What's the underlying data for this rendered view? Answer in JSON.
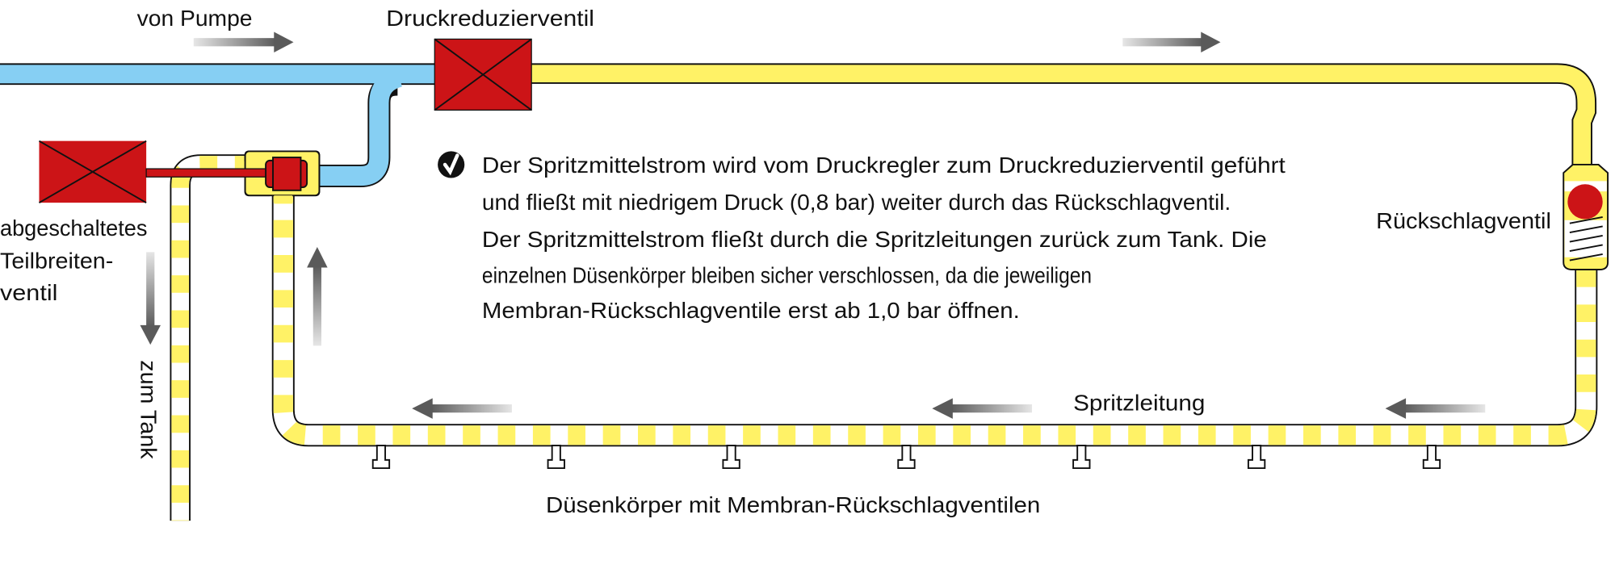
{
  "labels": {
    "from_pump": "von Pumpe",
    "pressure_reducing_valve": "Druckreduzierventil",
    "check_valve": "Rückschlagventil",
    "section_valve_lines": [
      "abgeschaltetes",
      "Teilbreiten-",
      "ventil"
    ],
    "to_tank": "zum Tank",
    "spray_line": "Spritzleitung",
    "nozzle_bodies": "Düsenkörper mit Membran-Rückschlagventilen"
  },
  "info": {
    "icon": "check-circle-icon",
    "lines": [
      "Der Spritzmittelstrom wird vom Druckregler zum Druckreduzierventil geführt",
      "und fließt mit niedrigem Druck (0,8 bar) weiter durch das Rückschlagventil.",
      "Der Spritzmittelstrom fließt durch die Spritzleitungen zurück zum Tank. Die",
      "einzelnen Düsenkörper bleiben sicher verschlossen, da die jeweiligen",
      "Membran-Rückschlagventile erst ab 1,0 bar öffnen."
    ]
  },
  "colors": {
    "pump_line": "#86cff3",
    "spray_fluid": "#fff266",
    "valve": "#cc1417",
    "arrow": "#606060"
  }
}
